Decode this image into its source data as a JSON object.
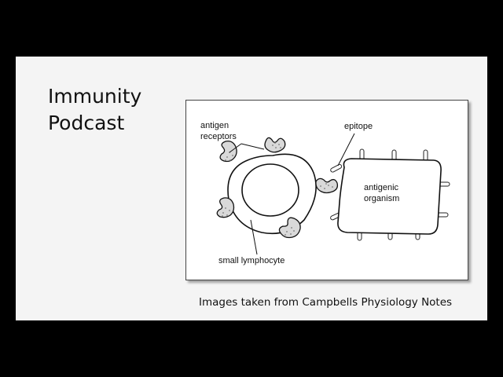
{
  "slide": {
    "title_line1": "Immunity",
    "title_line2": "Podcast",
    "caption": "Images taken from Campbells Physiology Notes"
  },
  "diagram": {
    "labels": {
      "antigen_receptors_line1": "antigen",
      "antigen_receptors_line2": "receptors",
      "epitope": "epitope",
      "antigenic_organism_line1": "antigenic",
      "antigenic_organism_line2": "organism",
      "small_lymphocyte": "small lymphocyte"
    }
  },
  "colors": {
    "background": "#000000",
    "slide": "#f4f4f4",
    "figure_border": "#444444"
  }
}
